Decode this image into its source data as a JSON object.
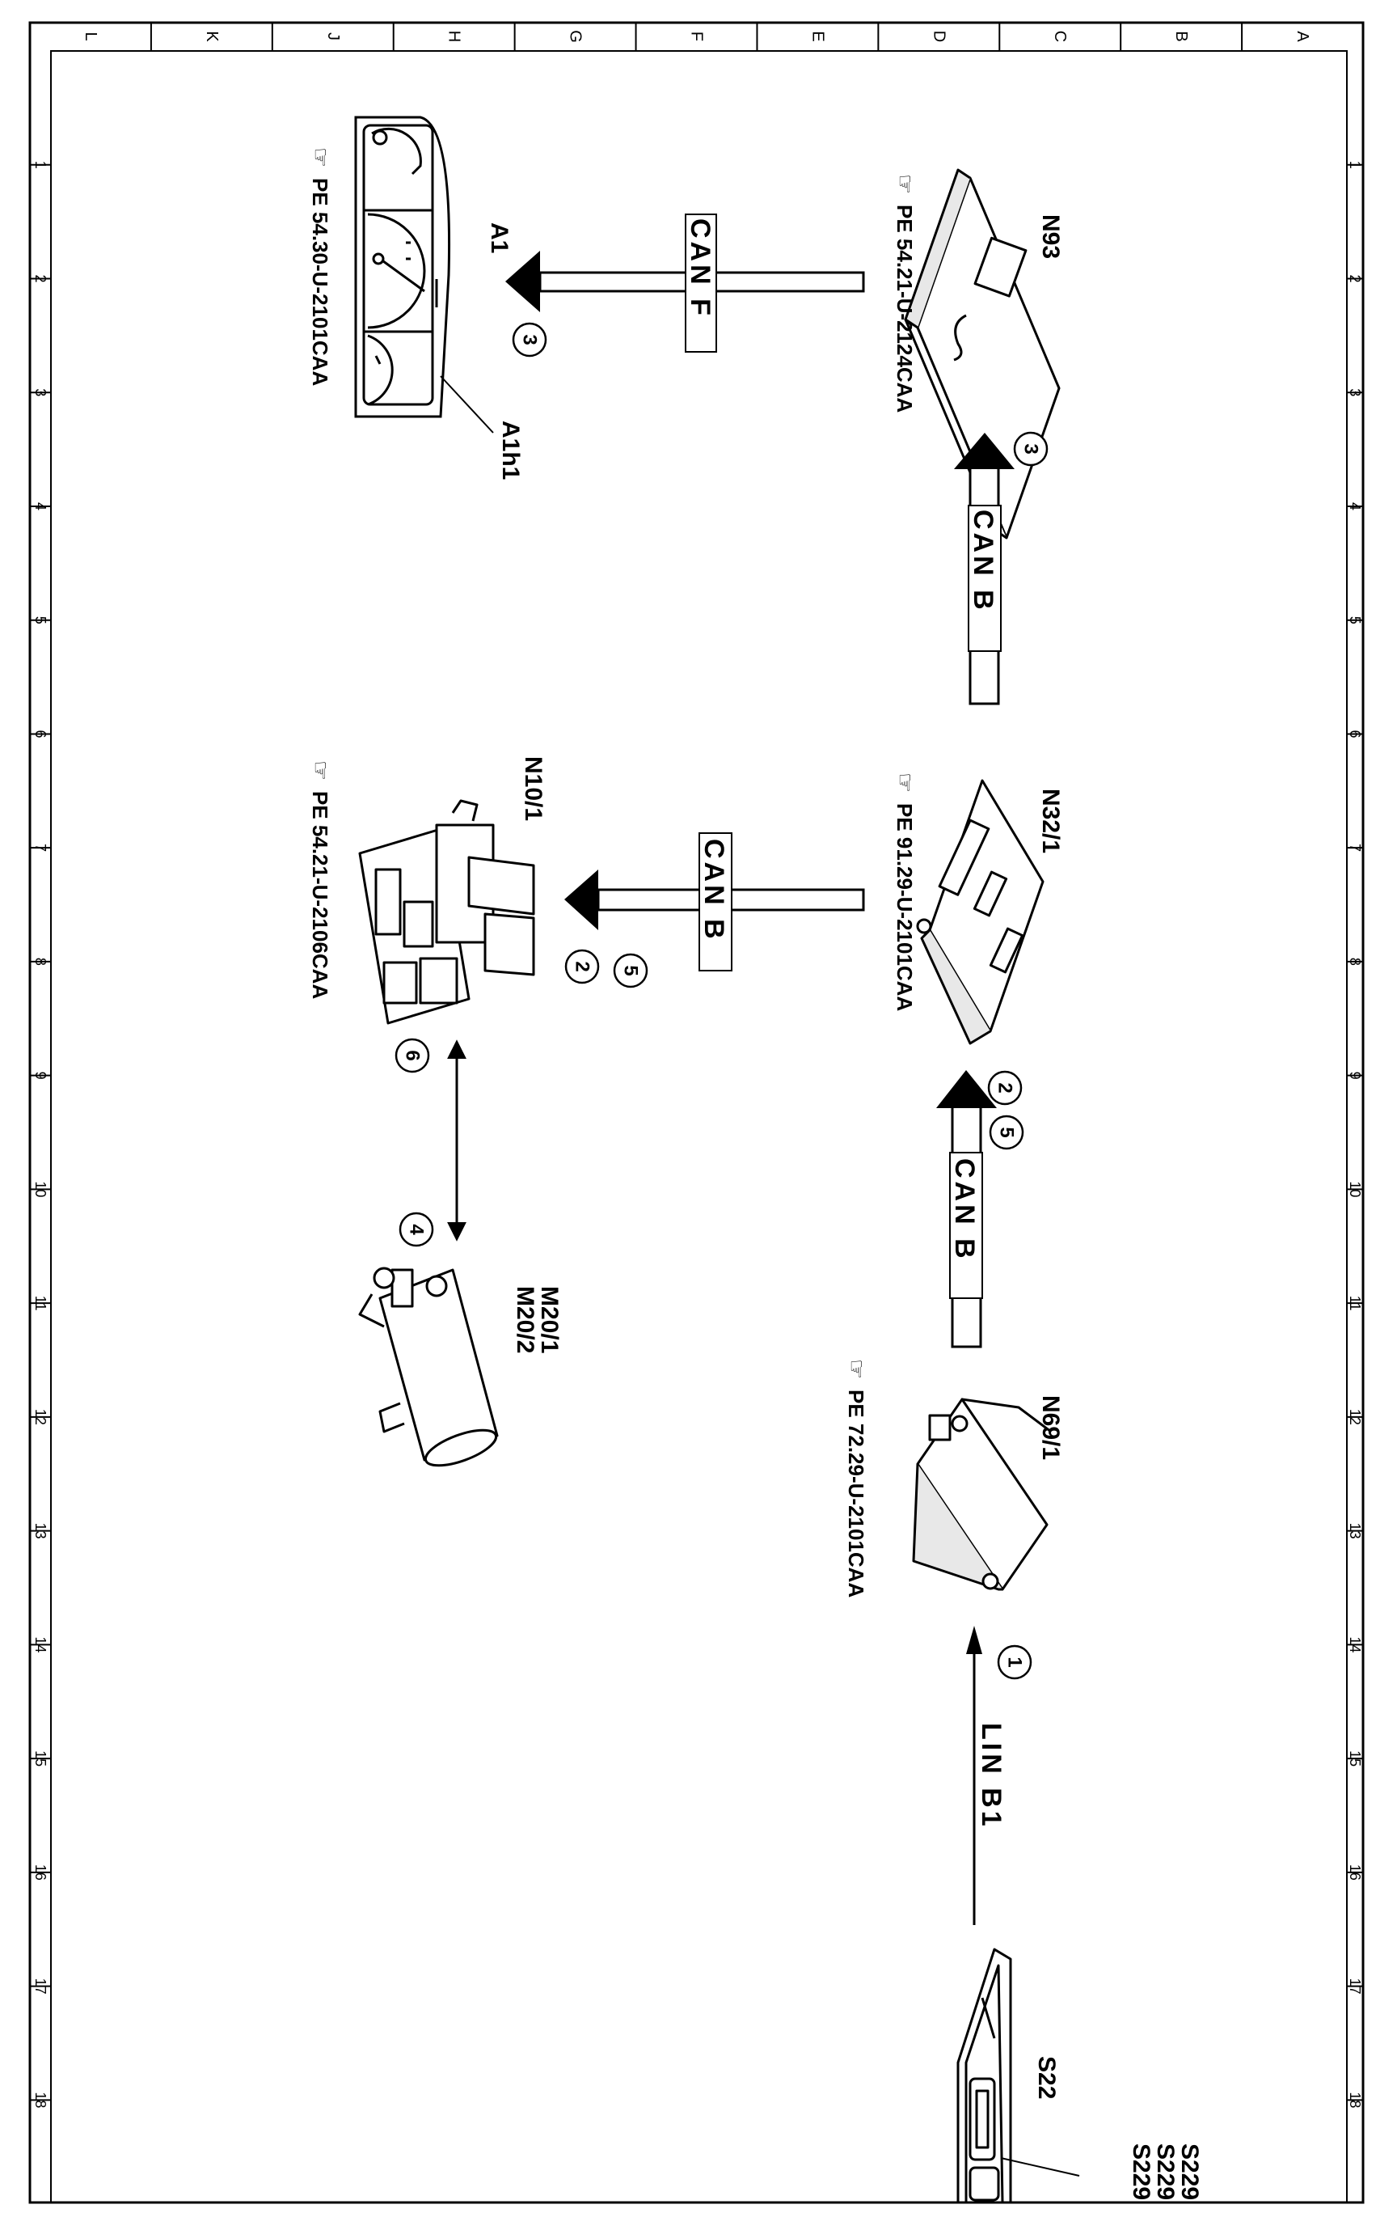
{
  "frame": {
    "column_letters": [
      "L",
      "K",
      "J",
      "H",
      "G",
      "F",
      "E",
      "D",
      "C",
      "B",
      "A"
    ],
    "row_numbers": [
      "1",
      "2",
      "3",
      "4",
      "5",
      "6",
      "7",
      "8",
      "9",
      "10",
      "11",
      "12",
      "13",
      "14",
      "15",
      "16",
      "17",
      "18"
    ]
  },
  "components": {
    "n93": {
      "id": "N93",
      "ref": "PE 54.21-U-2124CAA"
    },
    "a1": {
      "id": "A1",
      "ref": "PE 54.30-U-2101CAA",
      "callout": "A1h1"
    },
    "n32_1": {
      "id": "N32/1",
      "ref": "PE 91.29-U-2101CAA"
    },
    "n10_1": {
      "id": "N10/1",
      "ref": "PE 54.21-U-2106CAA"
    },
    "m20": {
      "id_1": "M20/1",
      "id_2": "M20/2"
    },
    "n69_1": {
      "id": "N69/1",
      "ref": "PE 72.29-U-2101CAA"
    },
    "s22": {
      "id": "S22",
      "callouts": [
        "S229",
        "S229",
        "S229"
      ]
    }
  },
  "buses": {
    "can_f": "CAN F",
    "can_b_1": "CAN B",
    "can_b_2": "CAN B",
    "can_b_3": "CAN B",
    "lin_b1": "LIN B1"
  },
  "steps": {
    "n93_a1": "3",
    "n32_n93": "3",
    "n32_n10_a": "5",
    "n32_n10_b": "2",
    "n69_n32_a": "2",
    "n69_n32_b": "5",
    "n10_m20_a": "6",
    "n10_m20_b": "4",
    "s22_n69": "1"
  },
  "colors": {
    "ink": "#000000",
    "paper": "#ffffff"
  },
  "icons": {
    "reference": "pointing-hand-icon"
  }
}
